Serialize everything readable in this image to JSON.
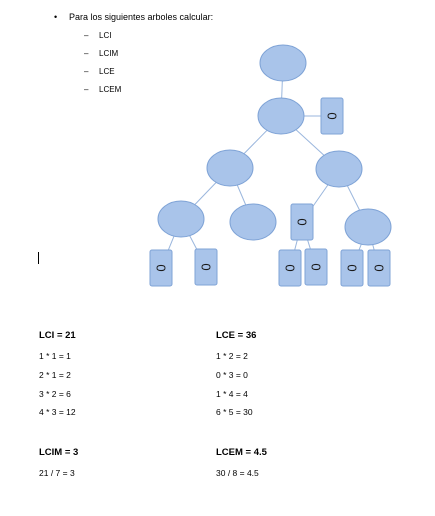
{
  "intro": {
    "bullet": "•",
    "text": "Para los siguientes arboles calcular:",
    "items": [
      "LCI",
      "LCIM",
      "LCE",
      "LCEM"
    ]
  },
  "tree": {
    "leaf_label": "0",
    "colors": {
      "node_fill": "#a9c4ea",
      "node_stroke": "#7fa3d6",
      "edge": "#9ab6dd",
      "label": "#1a1a1a"
    }
  },
  "results": {
    "lci": {
      "title": "LCI = 21",
      "lines": [
        "1 * 1 = 1",
        "2 * 1 = 2",
        "3 * 2 = 6",
        "4 * 3 = 12"
      ]
    },
    "lce": {
      "title": "LCE = 36",
      "lines": [
        "1 * 2 = 2",
        "0 * 3 = 0",
        "1 * 4 = 4",
        "6 * 5 = 30"
      ]
    },
    "lcim": {
      "title": "LCIM = 3",
      "lines": [
        "21 / 7 = 3"
      ]
    },
    "lcem": {
      "title": "LCEM = 4.5",
      "lines": [
        "30 / 8 = 4.5"
      ]
    }
  }
}
